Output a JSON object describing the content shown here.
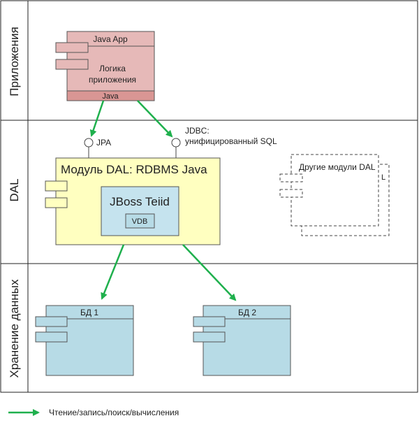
{
  "lanes": {
    "apps": "Приложения",
    "dal": "DAL",
    "storage": "Хранение данных"
  },
  "java_app": {
    "title": "Java App",
    "logic_line1": "Логика",
    "logic_line2": "приложения",
    "footer": "Java"
  },
  "interfaces": {
    "jpa": "JPA",
    "jdbc_line1": "JDBC:",
    "jdbc_line2": "унифицированный SQL"
  },
  "dal_module": {
    "title": "Модуль DAL: RDBMS Java",
    "engine": "JBoss Teiid",
    "vdb": "VDB"
  },
  "other_modules": {
    "title": "Другие модули DAL",
    "back_letter": "L"
  },
  "databases": {
    "db1": "БД 1",
    "db2": "БД 2"
  },
  "legend": {
    "label": "Чтение/запись/поиск/вычисления"
  },
  "colors": {
    "arrow": "#1fb04d",
    "app_fill": "#e6b9b8",
    "app_footer": "#d99694",
    "dal_fill": "#ffffc0",
    "teiid_fill": "#c5e3ee",
    "db_fill": "#b7dbe6"
  }
}
